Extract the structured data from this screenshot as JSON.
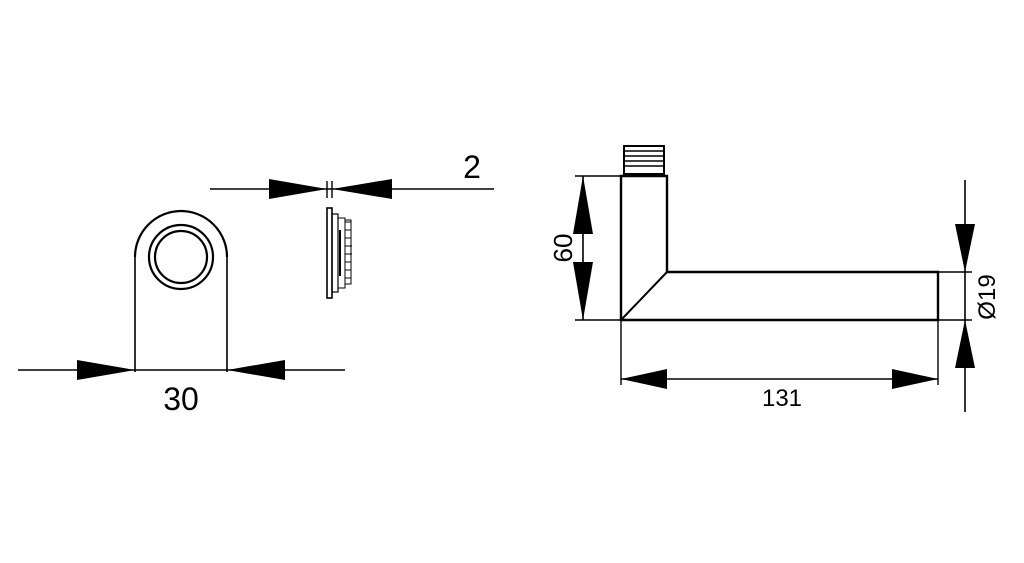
{
  "dimensions": {
    "rosette_diameter": "30",
    "rosette_thickness": "2",
    "lever_height": "60",
    "lever_length": "131",
    "grip_diameter": "Ø19"
  },
  "colors": {
    "line": "#000000",
    "background": "#ffffff"
  }
}
